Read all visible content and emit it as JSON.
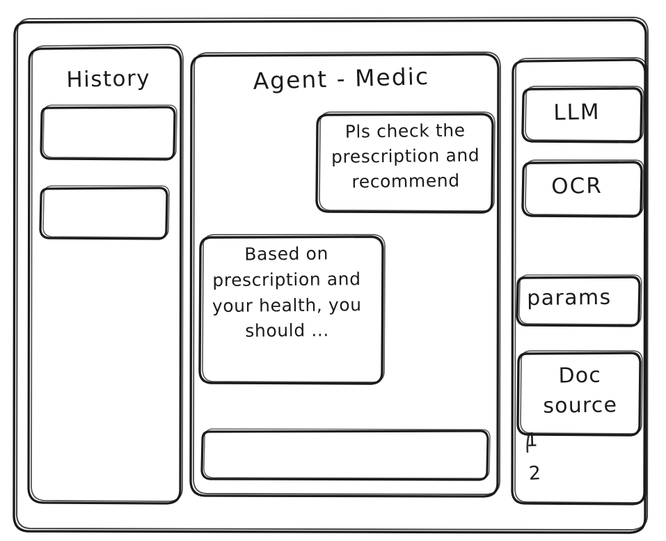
{
  "window": {
    "name": "agent-medic-wireframe",
    "style": "hand-drawn-sketch",
    "stroke_color": "#1b1b1b",
    "background_color": "#ffffff"
  },
  "sidebar_left": {
    "title": "History",
    "items": [
      {
        "label": "",
        "name": "history-item-1"
      },
      {
        "label": "",
        "name": "history-item-2"
      }
    ]
  },
  "main": {
    "title": "Agent - Medic",
    "messages": [
      {
        "role": "user",
        "text": "Pls check the prescription and recommend"
      },
      {
        "role": "assistant",
        "text": "Based on prescription and your health, you should ..."
      }
    ],
    "composer": {
      "value": "",
      "placeholder": ""
    }
  },
  "sidebar_right": {
    "tools": [
      {
        "label": "LLM",
        "name": "tool-llm"
      },
      {
        "label": "OCR",
        "name": "tool-ocr"
      },
      {
        "label": "params",
        "name": "tool-params"
      },
      {
        "label": "Doc source",
        "name": "tool-doc-source"
      }
    ],
    "doc_refs": [
      "1",
      "2"
    ]
  }
}
